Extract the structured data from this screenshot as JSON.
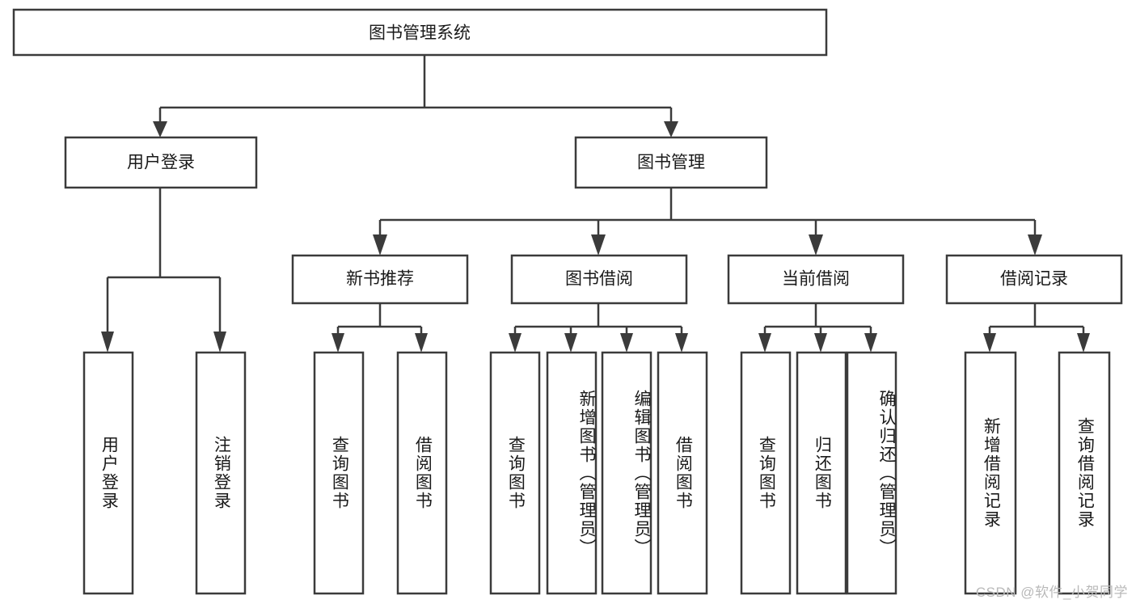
{
  "diagram": {
    "title": "图书管理系统",
    "root": {
      "id": "root",
      "label": "图书管理系统"
    },
    "level2": [
      {
        "id": "user-login",
        "label": "用户登录"
      },
      {
        "id": "book-manage",
        "label": "图书管理"
      }
    ],
    "level3": [
      {
        "id": "new-book-rec",
        "label": "新书推荐"
      },
      {
        "id": "book-borrow",
        "label": "图书借阅"
      },
      {
        "id": "current-borrow",
        "label": "当前借阅"
      },
      {
        "id": "borrow-record",
        "label": "借阅记录"
      }
    ],
    "leaves": {
      "user_login": [
        {
          "id": "leaf-user-login",
          "label": "用户登录"
        },
        {
          "id": "leaf-logout-login",
          "label": "注销登录"
        }
      ],
      "new_book_rec": [
        {
          "id": "leaf-query-book-1",
          "label": "查询图书"
        },
        {
          "id": "leaf-borrow-book-1",
          "label": "借阅图书"
        }
      ],
      "book_borrow": [
        {
          "id": "leaf-query-book-2",
          "label": "查询图书"
        },
        {
          "id": "leaf-add-book",
          "label": "新增图书（管理员）"
        },
        {
          "id": "leaf-edit-book",
          "label": "编辑图书（管理员）"
        },
        {
          "id": "leaf-borrow-book-2",
          "label": "借阅图书"
        }
      ],
      "current_borrow": [
        {
          "id": "leaf-query-book-3",
          "label": "查询图书"
        },
        {
          "id": "leaf-return-book",
          "label": "归还图书"
        },
        {
          "id": "leaf-confirm-return",
          "label": "确认归还（管理员）"
        }
      ],
      "borrow_record": [
        {
          "id": "leaf-add-record",
          "label": "新增借阅记录"
        },
        {
          "id": "leaf-query-record",
          "label": "查询借阅记录"
        }
      ]
    },
    "watermark": "CSDN @软件_小贺同学",
    "colors": {
      "stroke": "#3b3b3b",
      "fill": "#ffffff",
      "text": "#1a1a1a",
      "watermark": "#b9b9b9",
      "background": "#ffffff"
    }
  }
}
